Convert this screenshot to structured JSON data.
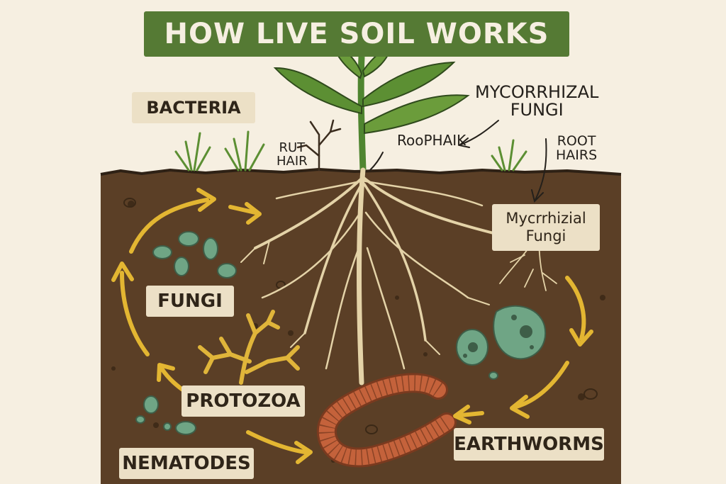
{
  "title": "HOW LIVE SOIL WORKS",
  "labels": {
    "bacteria": "BACTERIA",
    "fungi": "FUNGI",
    "protozoa": "PROTOZOA",
    "nematodes": "NEMATODES",
    "earthworms": "EARTHWORMS",
    "mycorrhizal_box_line1": "Mycrrhizial",
    "mycorrhizal_box_line2": "Fungi"
  },
  "annotations": {
    "rut_hair_line1": "RUT",
    "rut_hair_line2": "HAIR",
    "roophaik": "RooPHAIK",
    "mycorrhizal_top_line1": "MYCORRHIZAL",
    "mycorrhizal_top_line2": "FUNGI",
    "root_hairs_line1": "ROOT",
    "root_hairs_line2": "HAIRS"
  },
  "colors": {
    "background": "#f6efe1",
    "title_banner": "#557a34",
    "soil": "#5b3f26",
    "roots": "#e4d3a8",
    "arrows": "#e3b632",
    "microbes": "#6fa585",
    "earthworm": "#c4623b",
    "fungi_hyphae": "#e0b53a",
    "leaves": "#5c8f33"
  },
  "icons": [
    "plant-icon",
    "grass-icon",
    "earthworm-icon",
    "fungi-hyphae-icon",
    "microbe-icon",
    "cycle-arrow-icon"
  ]
}
